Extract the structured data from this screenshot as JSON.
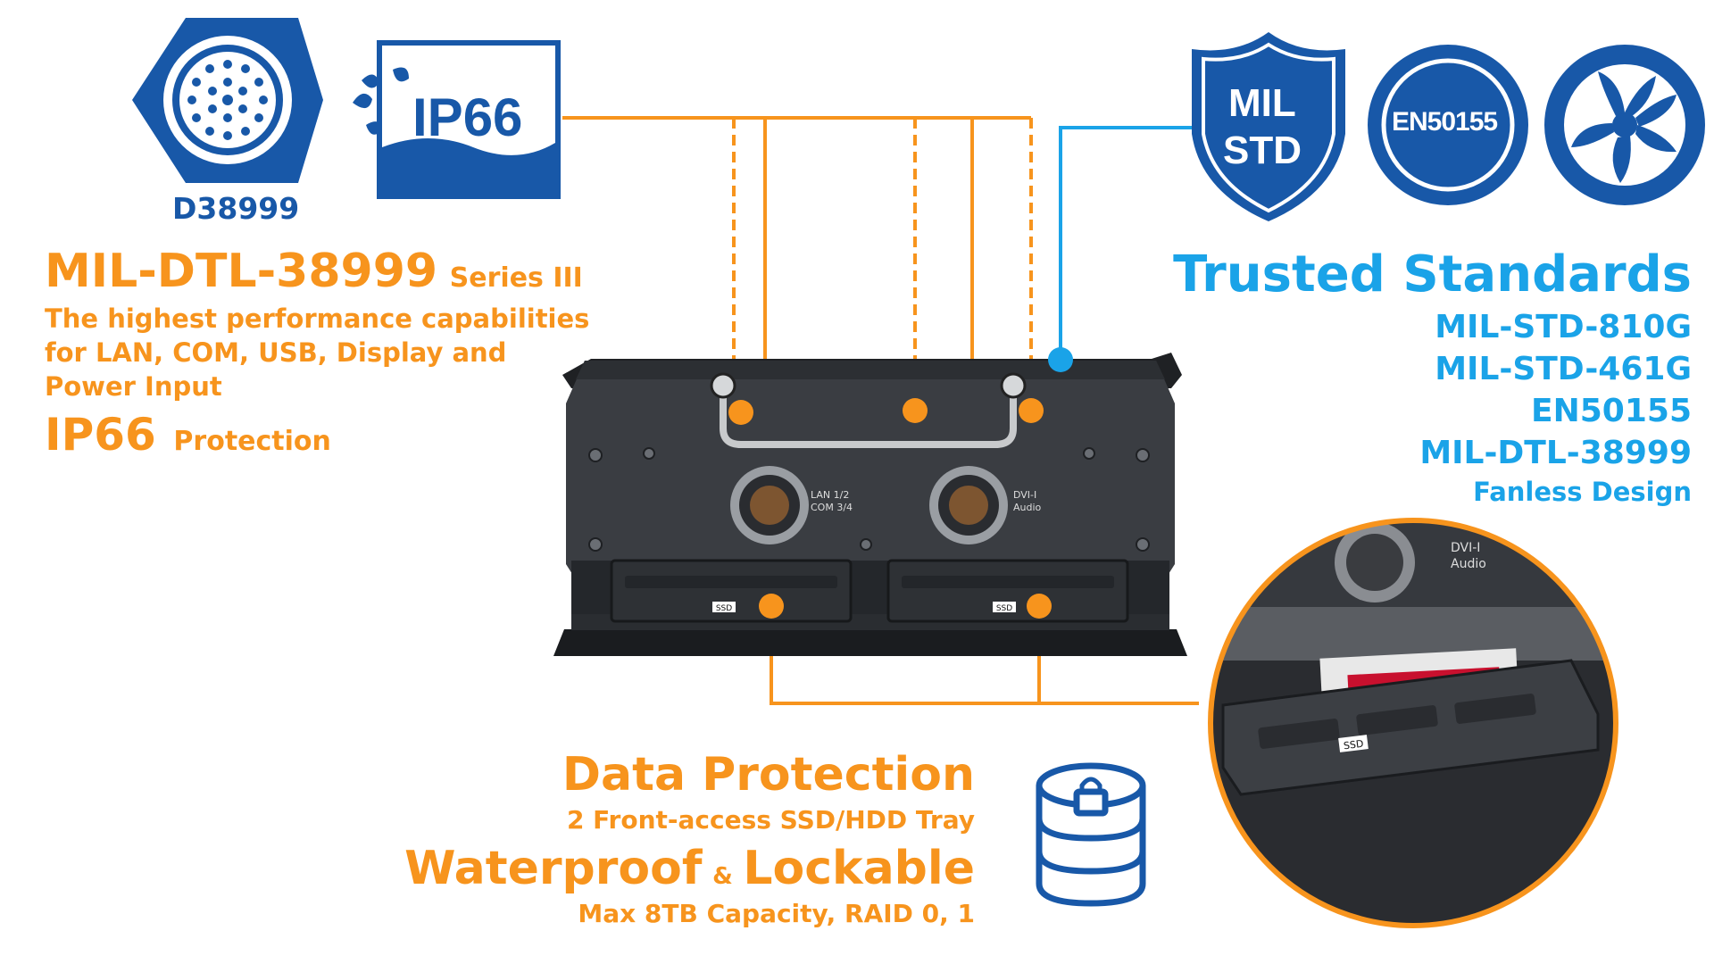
{
  "colors": {
    "orange": "#f7941d",
    "blue": "#1aa3e8",
    "dark_blue": "#1858a8",
    "device": "#3a3d42"
  },
  "icons": {
    "d38999_connector": "d38999-connector-icon",
    "ip66_water": "ip66-water-icon",
    "mil_std_shield": "mil-std-shield-icon",
    "en50155_badge": "en50155-badge-icon",
    "fanless": "fanless-fan-icon",
    "database_lock": "database-lock-icon"
  },
  "badges": {
    "d38999": "D38999",
    "ip66": "IP66",
    "mil": "MIL",
    "std": "STD",
    "en50155": "EN50155"
  },
  "left": {
    "title": "MIL-DTL-38999",
    "title_suffix": "Series III",
    "desc_line1": "The highest performance capabilities",
    "desc_line2": "for LAN, COM, USB, Display and",
    "desc_line3": "Power Input",
    "ip_title": "IP66",
    "ip_suffix": "Protection"
  },
  "right": {
    "title": "Trusted Standards",
    "items": [
      "MIL-STD-810G",
      "MIL-STD-461G",
      "EN50155",
      "MIL-DTL-38999"
    ],
    "footer": "Fanless Design"
  },
  "bottom": {
    "title": "Data Protection",
    "subtitle": "2 Front-access SSD/HDD Tray",
    "title2_part1": "Waterproof",
    "title2_amp": "&",
    "title2_part2": "Lockable",
    "subtitle2": "Max 8TB Capacity, RAID 0, 1"
  },
  "device": {
    "port1_line1": "LAN 1/2",
    "port1_line2": "COM 3/4",
    "port2_line1": "DVI-I",
    "port2_line2": "Audio",
    "ssd1": "SSD",
    "ssd2": "SSD"
  },
  "zoom": {
    "port_line1": "DVI-I",
    "port_line2": "Audio",
    "ssd": "SSD"
  }
}
